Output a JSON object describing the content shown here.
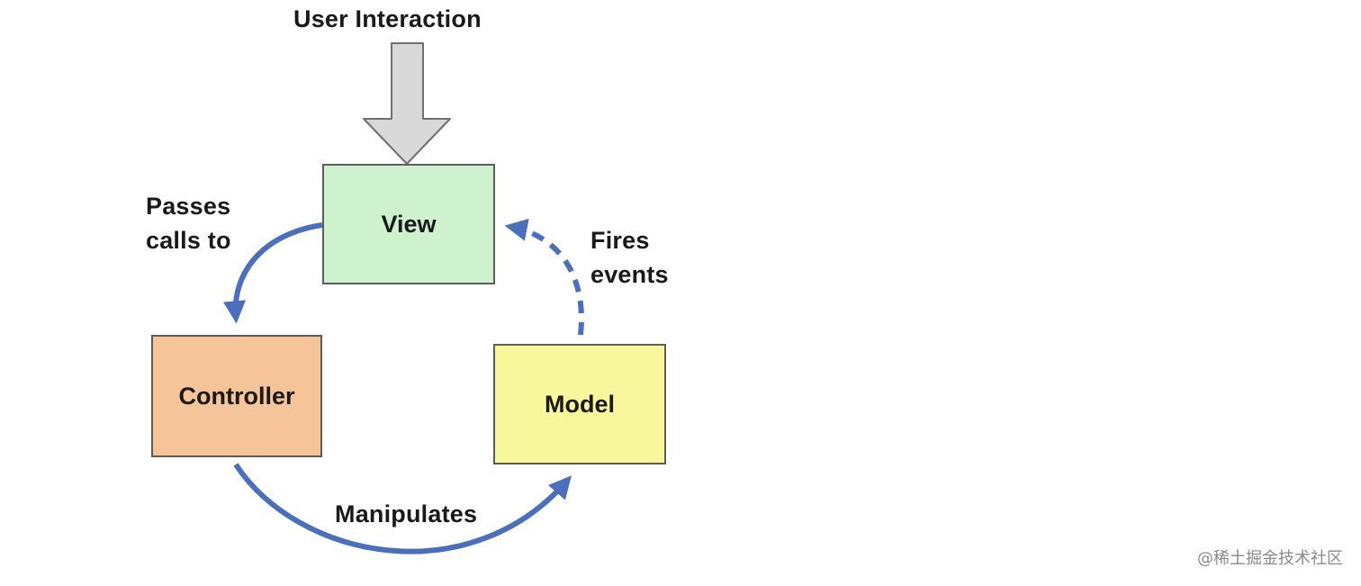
{
  "diagram": {
    "user_interaction_label": "User Interaction",
    "view_label": "View",
    "controller_label": "Controller",
    "model_label": "Model",
    "passes_calls_label": [
      "Passes",
      "calls to"
    ],
    "fires_events_label": [
      "Fires",
      "events"
    ],
    "manipulates_label": "Manipulates"
  },
  "colors": {
    "view_fill": "#cdf2cd",
    "controller_fill": "#f5c499",
    "model_fill": "#f8f79c",
    "arrow_blue": "#4a6fbf",
    "input_arrow_fill": "#d9d9d9"
  },
  "watermark": "@稀土掘金技术社区"
}
